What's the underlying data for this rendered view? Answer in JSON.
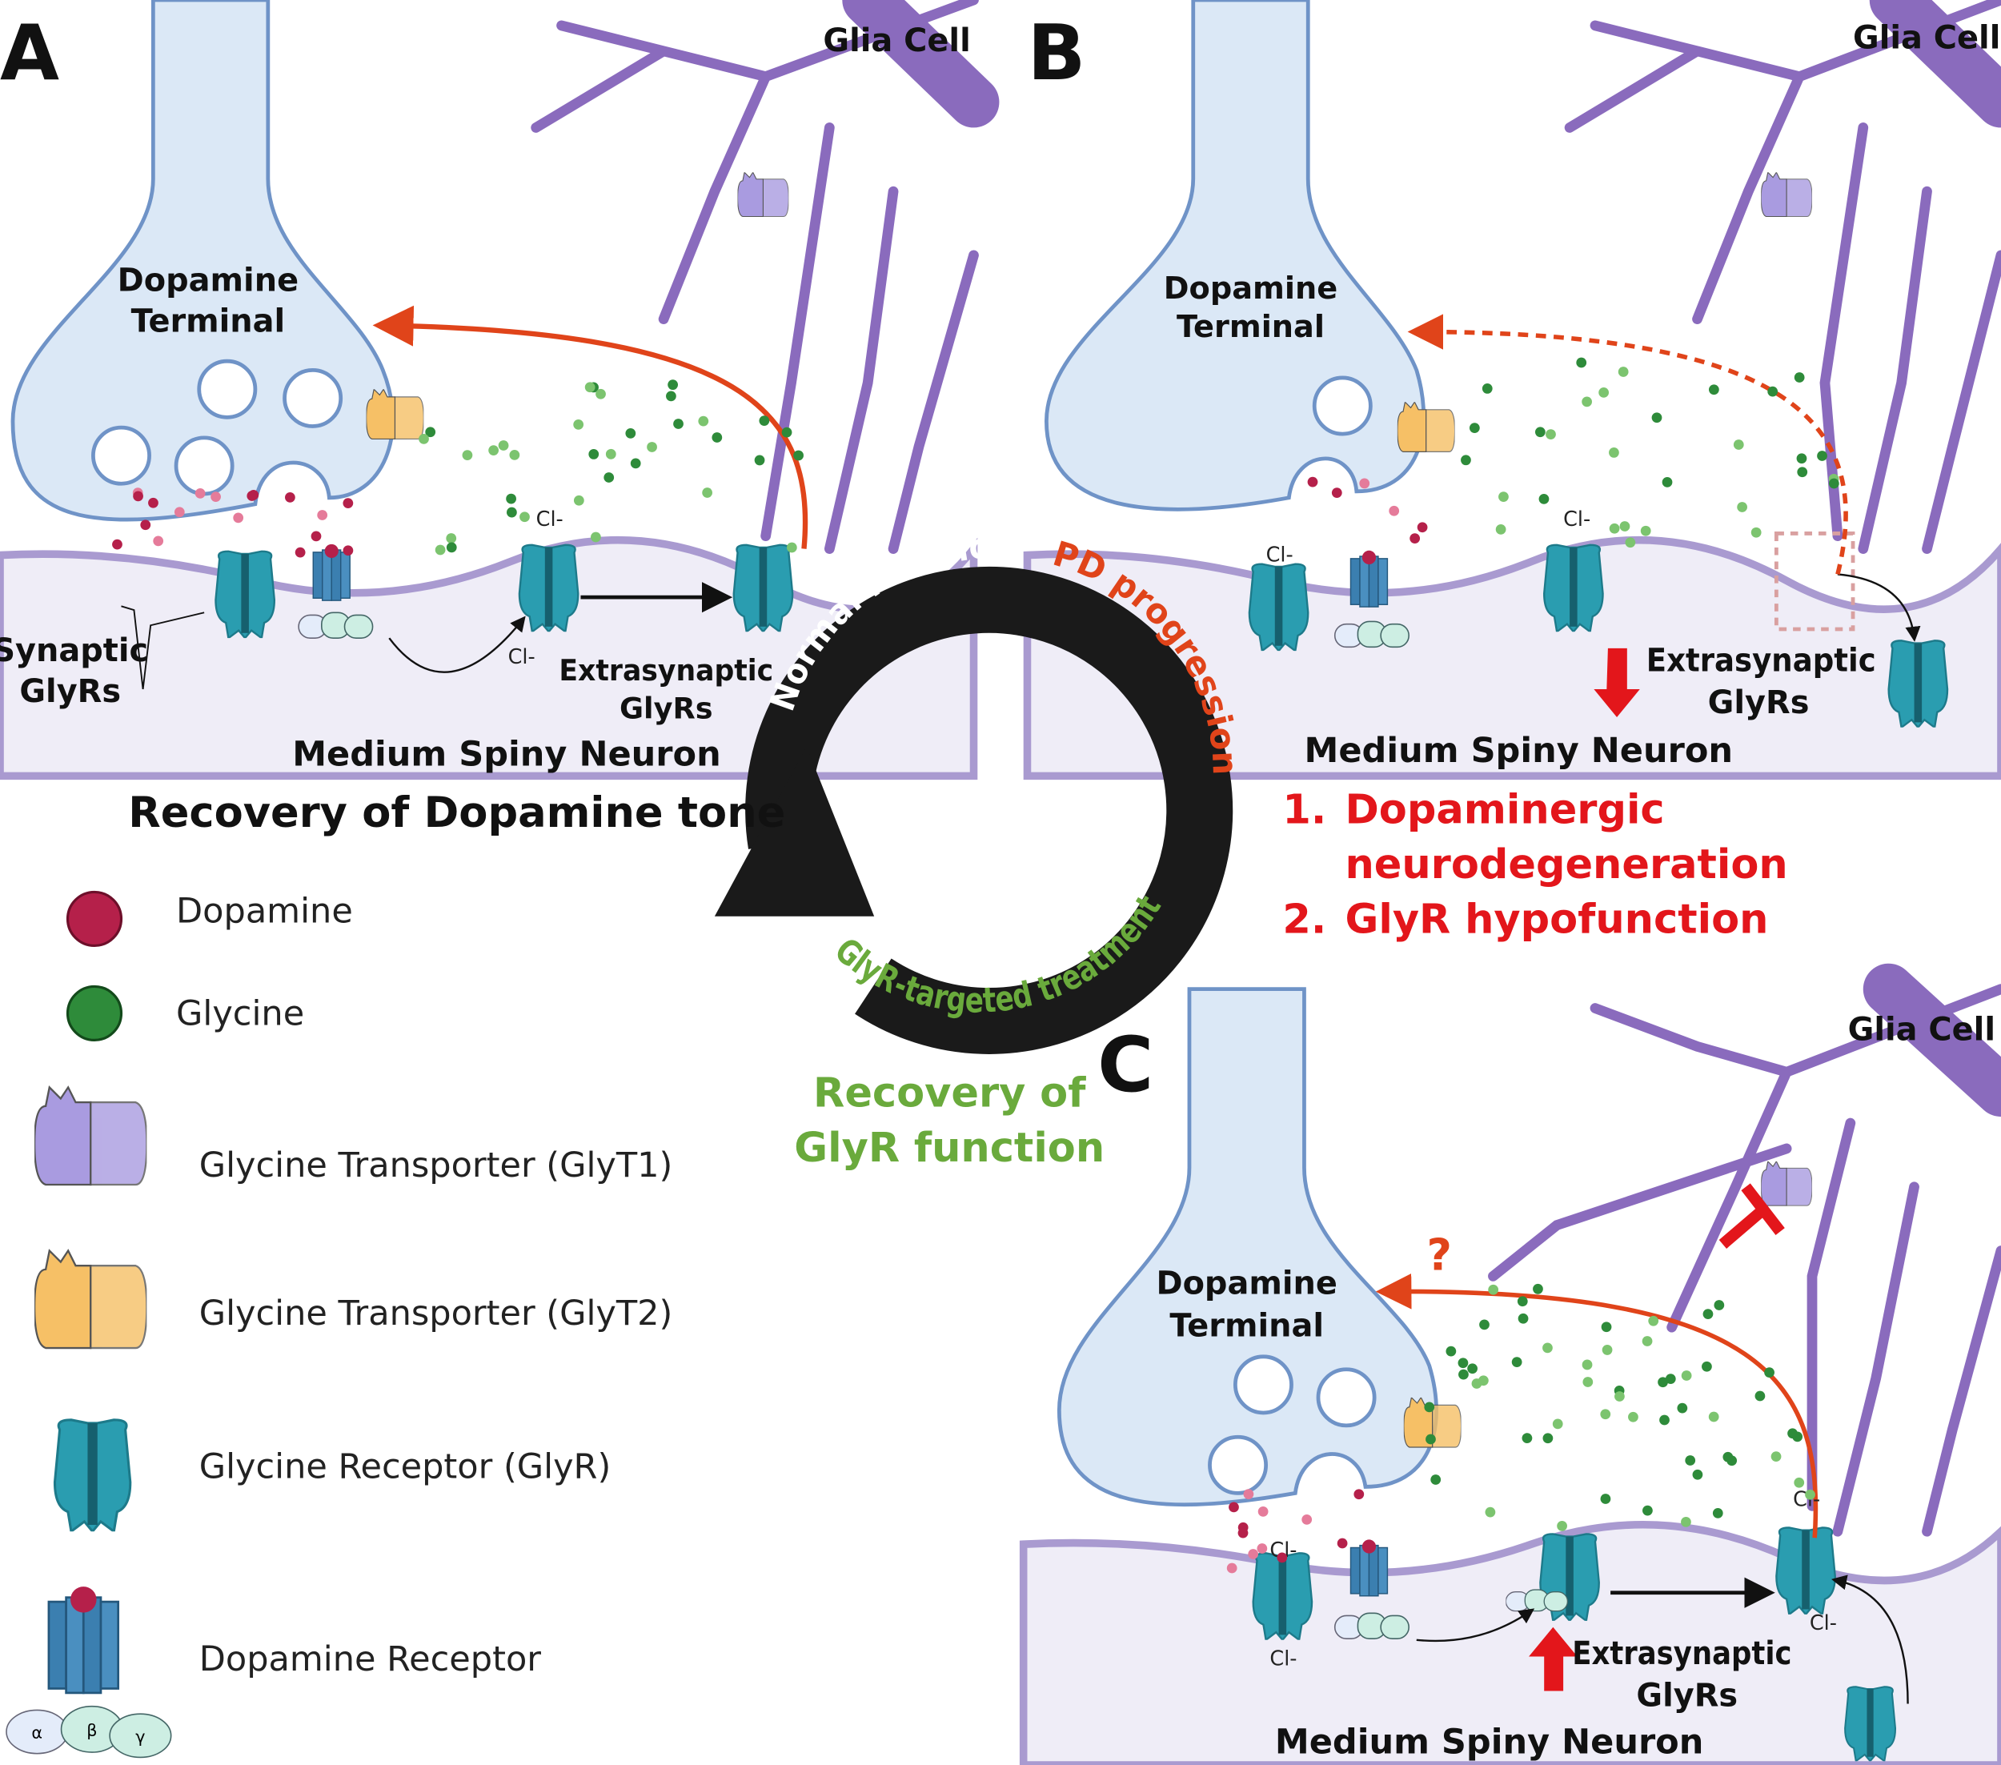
{
  "panels": {
    "a": {
      "letter": "A",
      "glia": "Glia Cell",
      "terminal_1": "Dopamine",
      "terminal_2": "Terminal",
      "synaptic_1": "Synaptic",
      "synaptic_2": "GlyRs",
      "extra_1": "Extrasynaptic",
      "extra_2": "GlyRs",
      "neuron": "Medium Spiny Neuron",
      "chloride": "Cl-"
    },
    "b": {
      "letter": "B",
      "glia": "Glia Cell",
      "terminal_1": "Dopamine",
      "terminal_2": "Terminal",
      "extra_1": "Extrasynaptic",
      "extra_2": "GlyRs",
      "neuron": "Medium Spiny Neuron",
      "chloride": "Cl-"
    },
    "c": {
      "letter": "C",
      "glia": "Glia Cell",
      "terminal_1": "Dopamine",
      "terminal_2": "Terminal",
      "extra_1": "Extrasynaptic",
      "extra_2": "GlyRs",
      "neuron": "Medium Spiny Neuron",
      "question": "?",
      "chloride": "Cl-"
    }
  },
  "subunits": {
    "alpha": "α",
    "beta": "β",
    "gamma": "γ"
  },
  "cycle": {
    "normal": "Normal function",
    "pd": "PD progression",
    "treatment": "GlyR-targeted treatment"
  },
  "recovery_dopamine": "Recovery of Dopamine tone",
  "recovery_glyr_1": "Recovery of",
  "recovery_glyr_2": "GlyR function",
  "pd_effects": [
    {
      "num": "1.",
      "text_1": "Dopaminergic",
      "text_2": "neurodegeneration"
    },
    {
      "num": "2.",
      "text_1": "GlyR hypofunction"
    }
  ],
  "legend": [
    {
      "icon": "dopamine-icon",
      "label": "Dopamine"
    },
    {
      "icon": "glycine-icon",
      "label": "Glycine"
    },
    {
      "icon": "glyt1-icon",
      "label": "Glycine Transporter (GlyT1)"
    },
    {
      "icon": "glyt2-icon",
      "label": "Glycine Transporter (GlyT2)"
    },
    {
      "icon": "glyr-icon",
      "label": "Glycine Receptor (GlyR)"
    },
    {
      "icon": "dopamine-receptor-icon",
      "label": "Dopamine Receptor"
    }
  ],
  "colors": {
    "terminal": "#dbe8f6",
    "glia": "#8a6bbd",
    "neuron": "#efedf7",
    "glyr": "#2a9db0",
    "dopamine": "#b5204a",
    "glycine": "#2e8b3a",
    "arrow": "#e0441a",
    "pd": "#e0441a",
    "treatment": "#6aaa3c"
  }
}
